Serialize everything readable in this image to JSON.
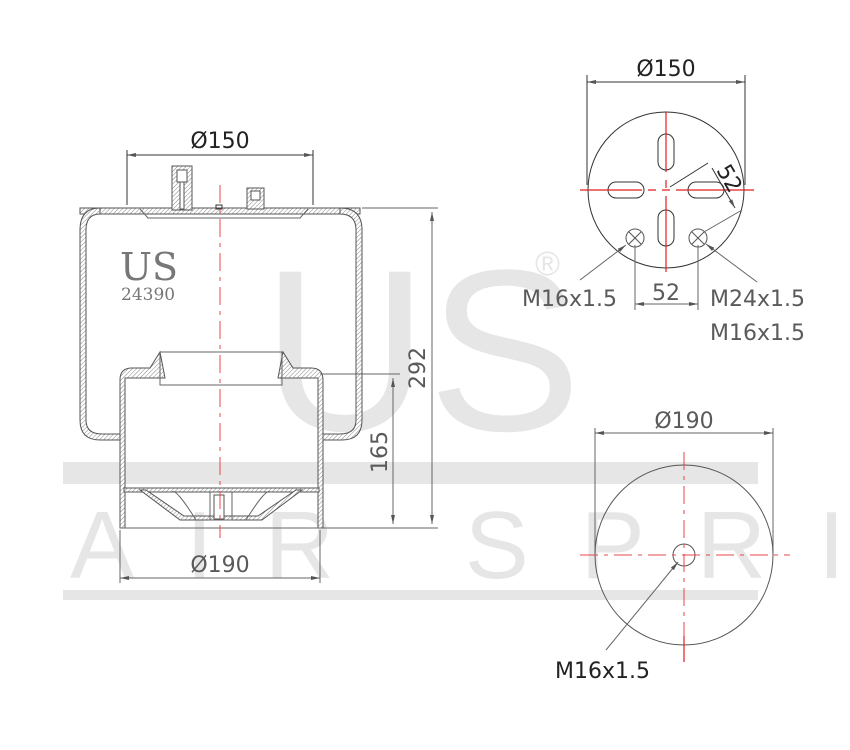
{
  "watermark": {
    "brand": "US",
    "registered_mark": "®",
    "tagline": "AIR SPRING"
  },
  "side_view": {
    "model_brand": "US",
    "model_number": "24390",
    "dim_top_diameter": "Ø150",
    "dim_bottom_diameter": "Ø190",
    "dim_overall_height": "292",
    "dim_piston_height": "165"
  },
  "top_plate_view": {
    "dim_diameter": "Ø150",
    "dim_slot_radius": "52",
    "dim_port_spacing": "52",
    "port_left_label": "M16x1.5",
    "port_right_label_1": "M24x1.5",
    "port_right_label_2": "M16x1.5"
  },
  "bottom_plate_view": {
    "dim_diameter": "Ø190",
    "center_port_label": "M16x1.5"
  },
  "colors": {
    "centerline": "#e8474a",
    "outline": "#555555",
    "watermark": "#e6e6e6"
  }
}
